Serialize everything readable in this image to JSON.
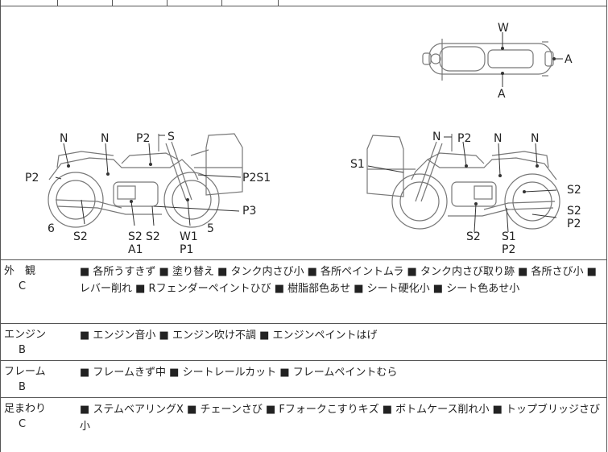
{
  "diagram": {
    "top_view": {
      "labels": [
        "W",
        "A",
        "A"
      ]
    },
    "left_view": {
      "labels": [
        "N",
        "N",
        "P2",
        "S",
        "P2",
        "P2S1",
        "P3",
        "6",
        "S2",
        "S2",
        "S2",
        "A1",
        "W1",
        "P1",
        "5"
      ]
    },
    "right_view": {
      "labels": [
        "N",
        "P2",
        "N",
        "N",
        "S1",
        "S2",
        "S2",
        "P2",
        "S2",
        "S1",
        "P2"
      ]
    }
  },
  "sections": [
    {
      "name": "外　観",
      "grade": "C",
      "text": "■ 各所うすきず ■ 塗り替え ■ タンク内さび小 ■ 各所ペイントムラ ■ タンク内さび取り跡 ■ 各所さび小 ■ レバー削れ ■ Rフェンダーペイントひび ■ 樹脂部色あせ ■ シート硬化小 ■ シート色あせ小"
    },
    {
      "name": "エンジン",
      "grade": "B",
      "text": "■ エンジン音小 ■ エンジン吹け不調 ■ エンジンペイントはげ"
    },
    {
      "name": "フレーム",
      "grade": "B",
      "text": "■ フレームきず中 ■ シートレールカット ■ フレームペイントむら"
    },
    {
      "name": "足まわり",
      "grade": "C",
      "text": "■ ステムベアリングX ■ チェーンさび ■ Fフォークこすりキズ ■ ボトムケース削れ小 ■ トップブリッジさび小"
    }
  ]
}
